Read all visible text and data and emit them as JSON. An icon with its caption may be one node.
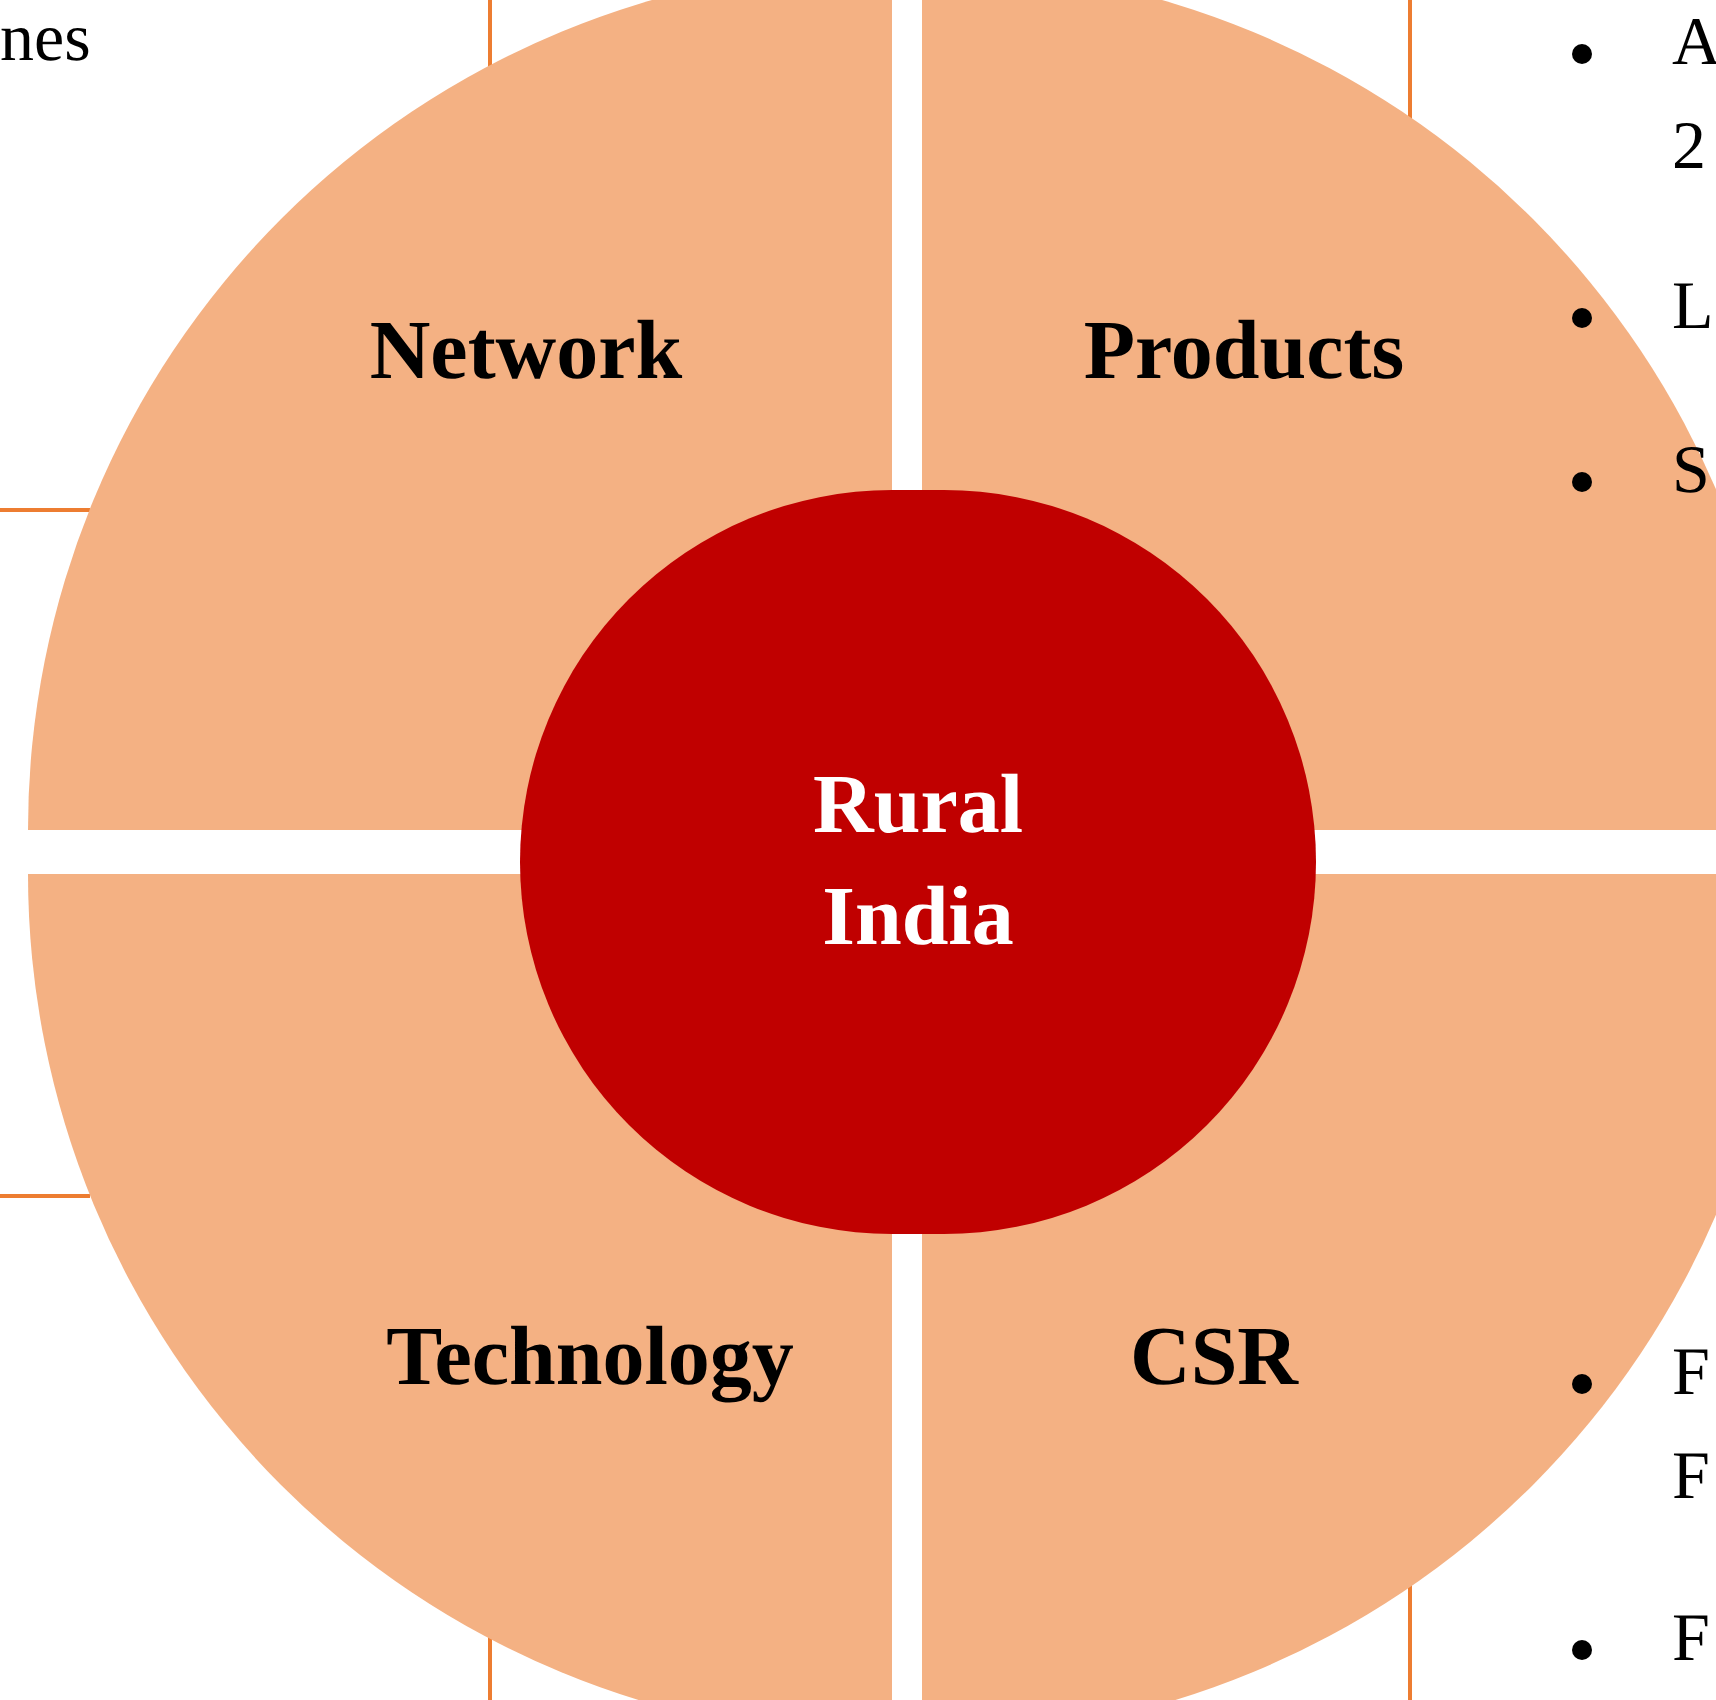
{
  "diagram": {
    "nodes": [
      {
        "text": [
          "Network"
        ]
      },
      {
        "text": [
          "Products"
        ]
      },
      {
        "text": [
          "Technology"
        ]
      },
      {
        "text": [
          "CSR"
        ]
      },
      {
        "text": [
          "Rural India"
        ]
      }
    ],
    "labels": [
      "nes",
      "A 2",
      "L",
      "S",
      "F F",
      "F"
    ]
  }
}
